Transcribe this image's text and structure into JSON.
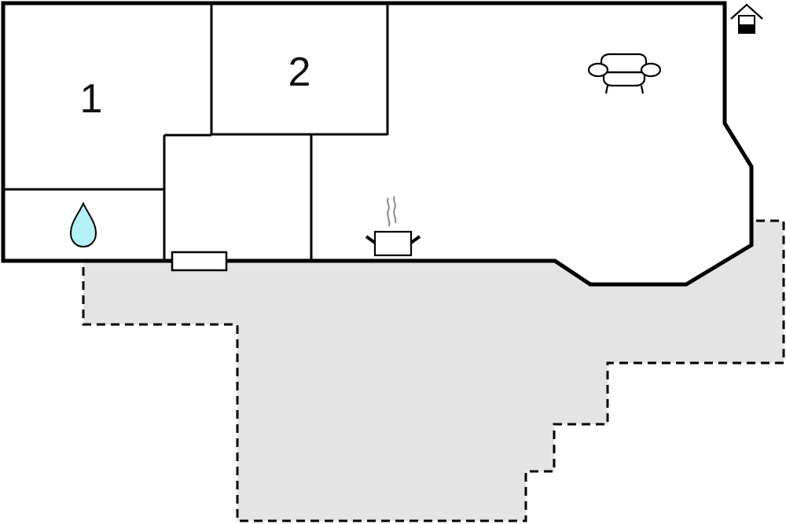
{
  "plan": {
    "type": "floor-plan",
    "colors": {
      "background": "#ffffff",
      "wall": "#000000",
      "terrace_fill": "#e4e4e4",
      "terrace_border": "#000000",
      "water_drop": "#b3f0f7",
      "steam": "#888888"
    },
    "rooms": [
      {
        "id": "bedroom-1",
        "label": "1"
      },
      {
        "id": "bedroom-2",
        "label": "2"
      },
      {
        "id": "bathroom",
        "label": ""
      },
      {
        "id": "hallway",
        "label": ""
      },
      {
        "id": "living-kitchen",
        "label": ""
      }
    ],
    "icons": [
      {
        "name": "house-entrance-icon",
        "room": "living-kitchen"
      },
      {
        "name": "armchair-icon",
        "room": "living-kitchen"
      },
      {
        "name": "cooking-pot-icon",
        "room": "living-kitchen"
      },
      {
        "name": "water-drop-icon",
        "room": "bathroom"
      }
    ],
    "features": [
      {
        "name": "entrance-door",
        "room": "hallway"
      },
      {
        "name": "terrace",
        "style": "dashed outline, grey fill"
      }
    ]
  }
}
